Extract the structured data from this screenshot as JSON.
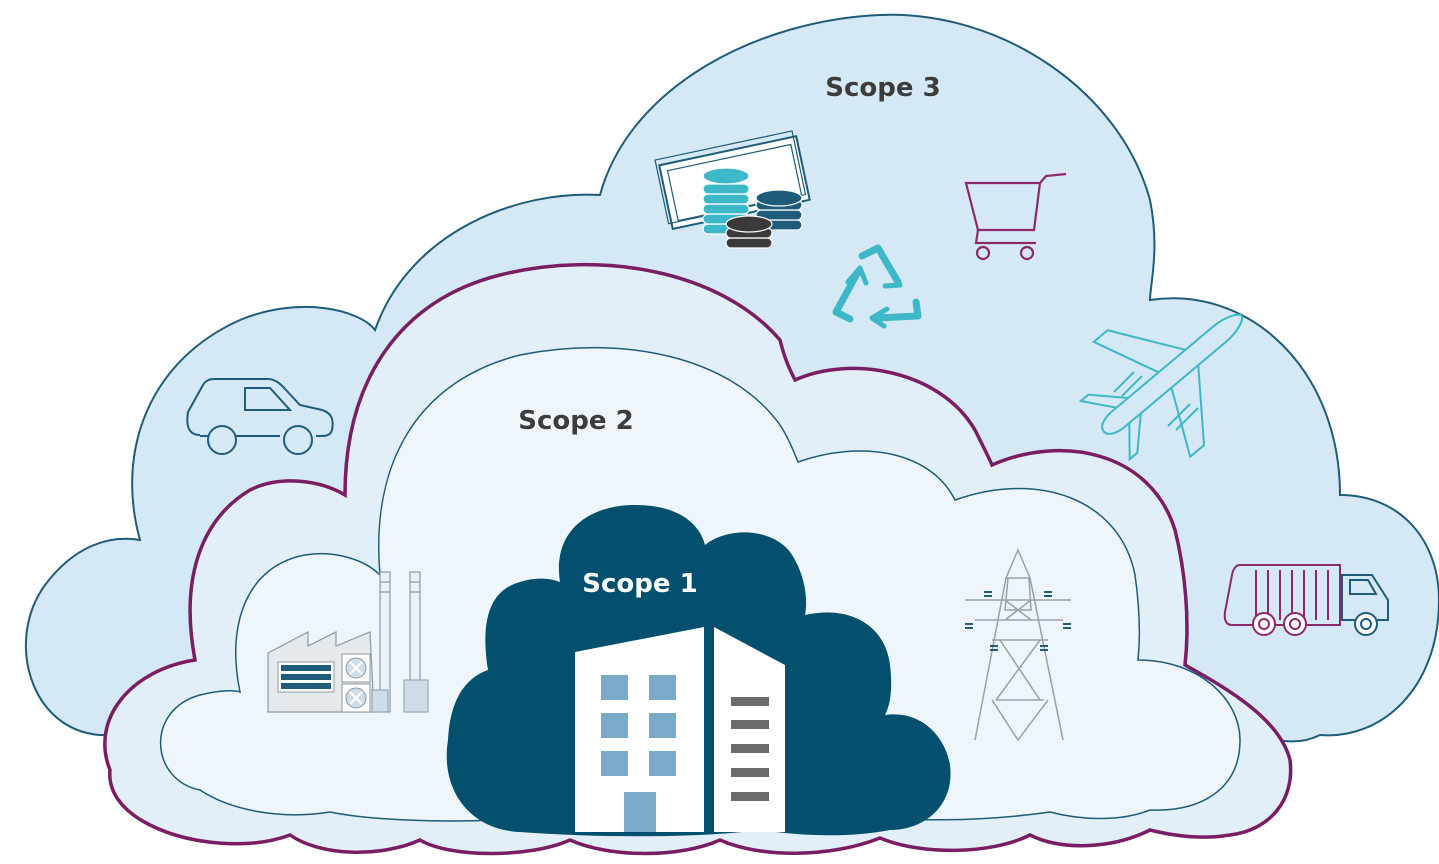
{
  "labels": {
    "scope3": "Scope 3",
    "scope2": "Scope 2",
    "scope1": "Scope 1"
  },
  "icons": {
    "scope3": [
      "money-coins-icon",
      "shopping-cart-icon",
      "recycle-icon",
      "airplane-icon",
      "car-icon",
      "garbage-truck-icon"
    ],
    "scope2": [
      "factory-icon",
      "power-pylon-icon"
    ],
    "scope1": [
      "office-building-icon"
    ]
  },
  "colors": {
    "scope3_fill": "#d5e8f5",
    "scope3_outline": "#1f5c7a",
    "scope2_outline": "#7a1e63",
    "scope2_fill": "#eef5fb",
    "scope1_fill": "#02506e",
    "text_dark": "#3c3c3c",
    "text_light": "#ffffff",
    "teal": "#3cb8c8",
    "purple": "#8b2a6b"
  }
}
